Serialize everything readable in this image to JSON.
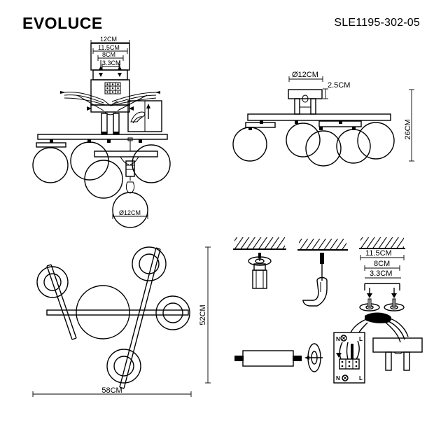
{
  "header": {
    "brand": "EVOLUCE",
    "sku": "SLE1195-302-05"
  },
  "figures": {
    "exploded_assembly": {
      "name": "exploded-assembly-view",
      "dimensions": {
        "plate_width": "12CM",
        "screw_span_outer": "11.5CM",
        "screw_span_mid": "8CM",
        "screw_span_inner": "3.3CM",
        "globe_diameter": "Ø12CM"
      }
    },
    "side_elevation": {
      "name": "side-elevation-view",
      "dimensions": {
        "canopy_diameter": "Ø12CM",
        "canopy_height": "2.5CM",
        "overall_height": "26CM"
      }
    },
    "plan_view": {
      "name": "plan-top-view",
      "dimensions": {
        "width": "58CM",
        "depth": "52CM"
      }
    },
    "install_steps": {
      "name": "installation-steps",
      "step1": "drill-ceiling-step",
      "step2": "hammer-anchor-step",
      "step3": "anchor-spacing-step",
      "step3_dimensions": {
        "outer": "11.5CM",
        "mid": "8CM",
        "inner": "3.3CM"
      },
      "step4": "tube-and-fixing-step",
      "step5": "wiring-terminal-step",
      "step6": "mount-bracket-step",
      "wiring_labels": {
        "neutral_top": "N",
        "live_top": "L",
        "neutral_bottom": "N",
        "live_bottom": "L"
      }
    }
  },
  "colors": {
    "ink": "#000000",
    "paper": "#ffffff"
  }
}
